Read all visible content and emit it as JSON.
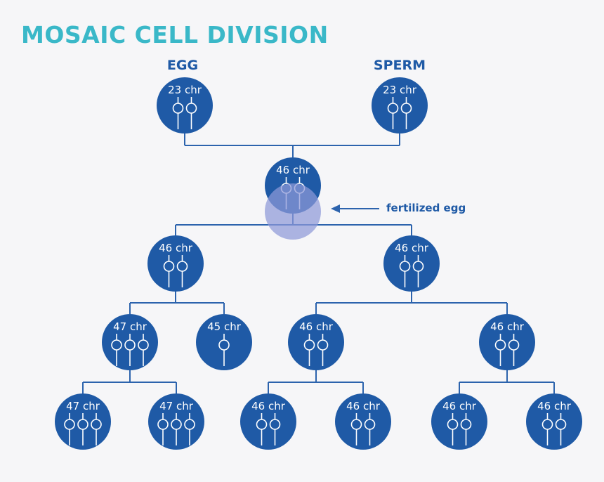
{
  "title": "MOSAIC CELL DIVISION",
  "parents": {
    "egg_label": "EGG",
    "sperm_label": "SPERM"
  },
  "annotation": "fertilized egg",
  "colors": {
    "title": "#3ab8c8",
    "cell": "#1f5aa6",
    "line": "#2c63ad",
    "highlight": "#8e99d8",
    "background": "#f6f6f8"
  },
  "cells": [
    {
      "id": "egg",
      "label": "23 chr",
      "chromosomes": 2
    },
    {
      "id": "sperm",
      "label": "23 chr",
      "chromosomes": 2
    },
    {
      "id": "zygote",
      "label": "46 chr",
      "chromosomes": 2
    },
    {
      "id": "g1-left",
      "label": "46 chr",
      "chromosomes": 2
    },
    {
      "id": "g1-right",
      "label": "46 chr",
      "chromosomes": 2
    },
    {
      "id": "g2-a",
      "label": "47 chr",
      "chromosomes": 3
    },
    {
      "id": "g2-b",
      "label": "45 chr",
      "chromosomes": 1
    },
    {
      "id": "g2-c",
      "label": "46 chr",
      "chromosomes": 2
    },
    {
      "id": "g2-d",
      "label": "46 chr",
      "chromosomes": 2
    },
    {
      "id": "g3-a",
      "label": "47 chr",
      "chromosomes": 3
    },
    {
      "id": "g3-b",
      "label": "47 chr",
      "chromosomes": 3
    },
    {
      "id": "g3-c",
      "label": "46 chr",
      "chromosomes": 2
    },
    {
      "id": "g3-d",
      "label": "46 chr",
      "chromosomes": 2
    },
    {
      "id": "g3-e",
      "label": "46 chr",
      "chromosomes": 2
    },
    {
      "id": "g3-f",
      "label": "46 chr",
      "chromosomes": 2
    }
  ]
}
